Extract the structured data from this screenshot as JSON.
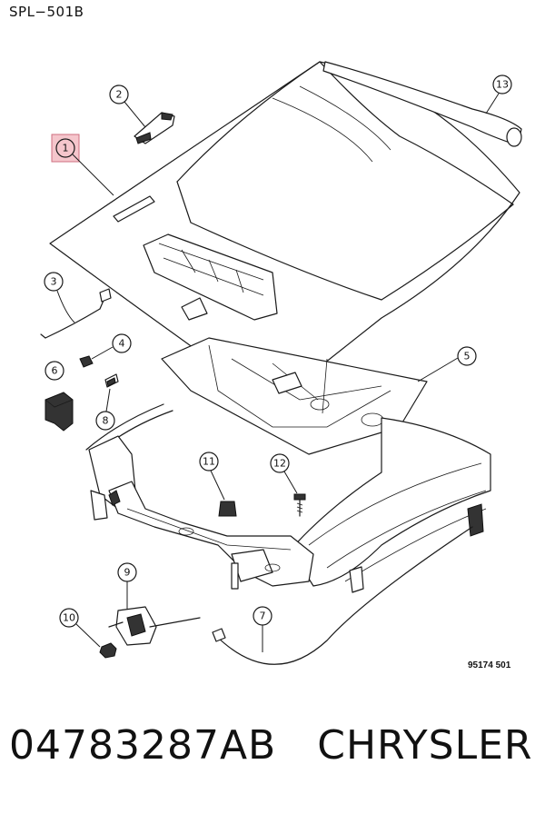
{
  "header": {
    "code": "SPL−501B"
  },
  "drawing_id": "95174 501",
  "footer": {
    "part_number": "04783287AB",
    "brand": "CHRYSLER"
  },
  "highlight_color": "#f5c6cc",
  "callouts": [
    "1",
    "2",
    "3",
    "4",
    "5",
    "6",
    "7",
    "8",
    "9",
    "10",
    "11",
    "12",
    "13"
  ]
}
